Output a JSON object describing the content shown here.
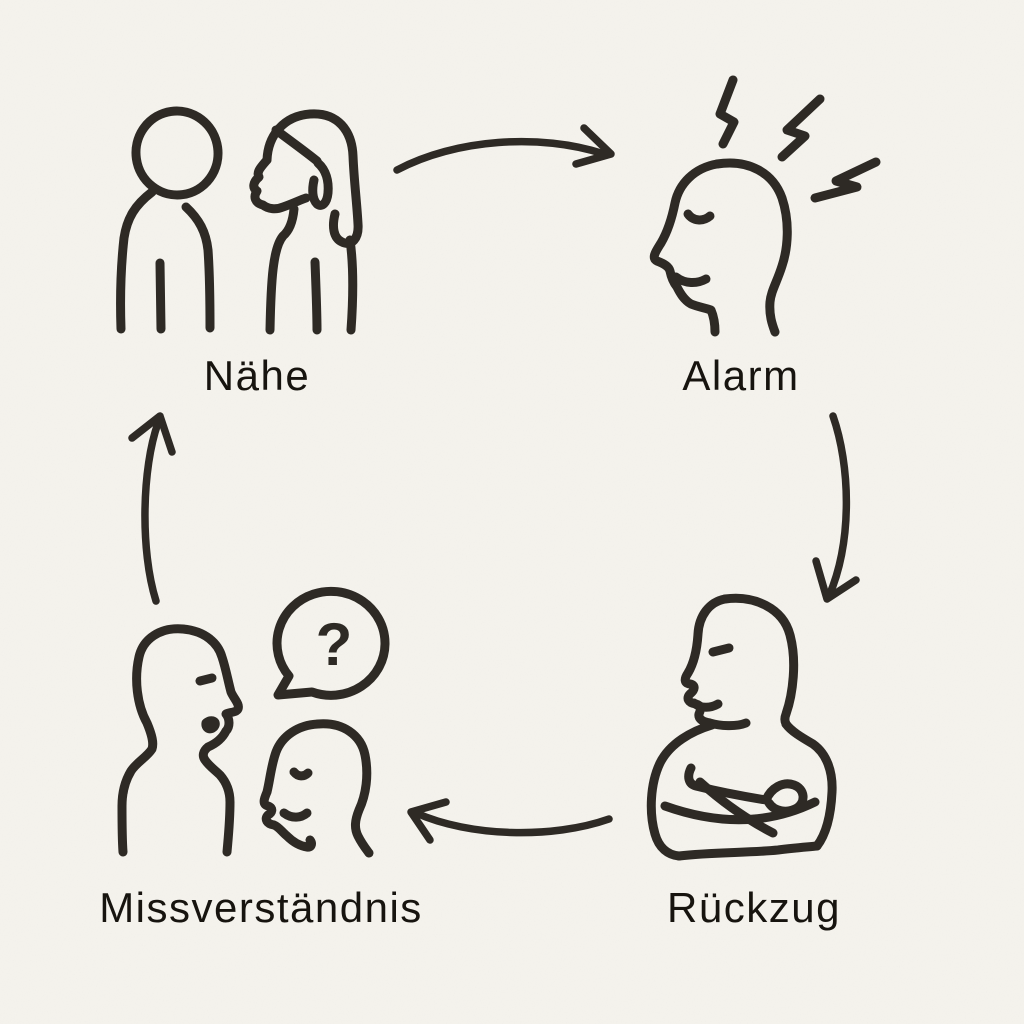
{
  "page": {
    "background_color": "#f5f3ed",
    "ink_color": "#2e2a25",
    "label_color": "#17140f",
    "style": "hand-drawn line sketch on paper"
  },
  "diagram": {
    "type": "cycle",
    "nodes": [
      {
        "id": "naehe",
        "label": "Nähe",
        "icon": "two-people-icon",
        "position": "top-left"
      },
      {
        "id": "alarm",
        "label": "Alarm",
        "icon": "stressed-head-with-bolts-icon",
        "position": "top-right"
      },
      {
        "id": "rueckzug",
        "label": "Rückzug",
        "icon": "person-crossed-arms-icon",
        "position": "bottom-right"
      },
      {
        "id": "missverstaendnis",
        "label": "Missverständnis",
        "icon": "two-heads-question-bubble-icon",
        "position": "bottom-left"
      }
    ],
    "edges": [
      {
        "from": "naehe",
        "to": "alarm",
        "direction": "right",
        "style": "curved-arrow"
      },
      {
        "from": "alarm",
        "to": "rueckzug",
        "direction": "down",
        "style": "curved-arrow"
      },
      {
        "from": "rueckzug",
        "to": "missverstaendnis",
        "direction": "left",
        "style": "curved-arrow"
      },
      {
        "from": "missverstaendnis",
        "to": "naehe",
        "direction": "up",
        "style": "curved-arrow"
      }
    ],
    "speech_bubble": {
      "text": "?"
    }
  }
}
